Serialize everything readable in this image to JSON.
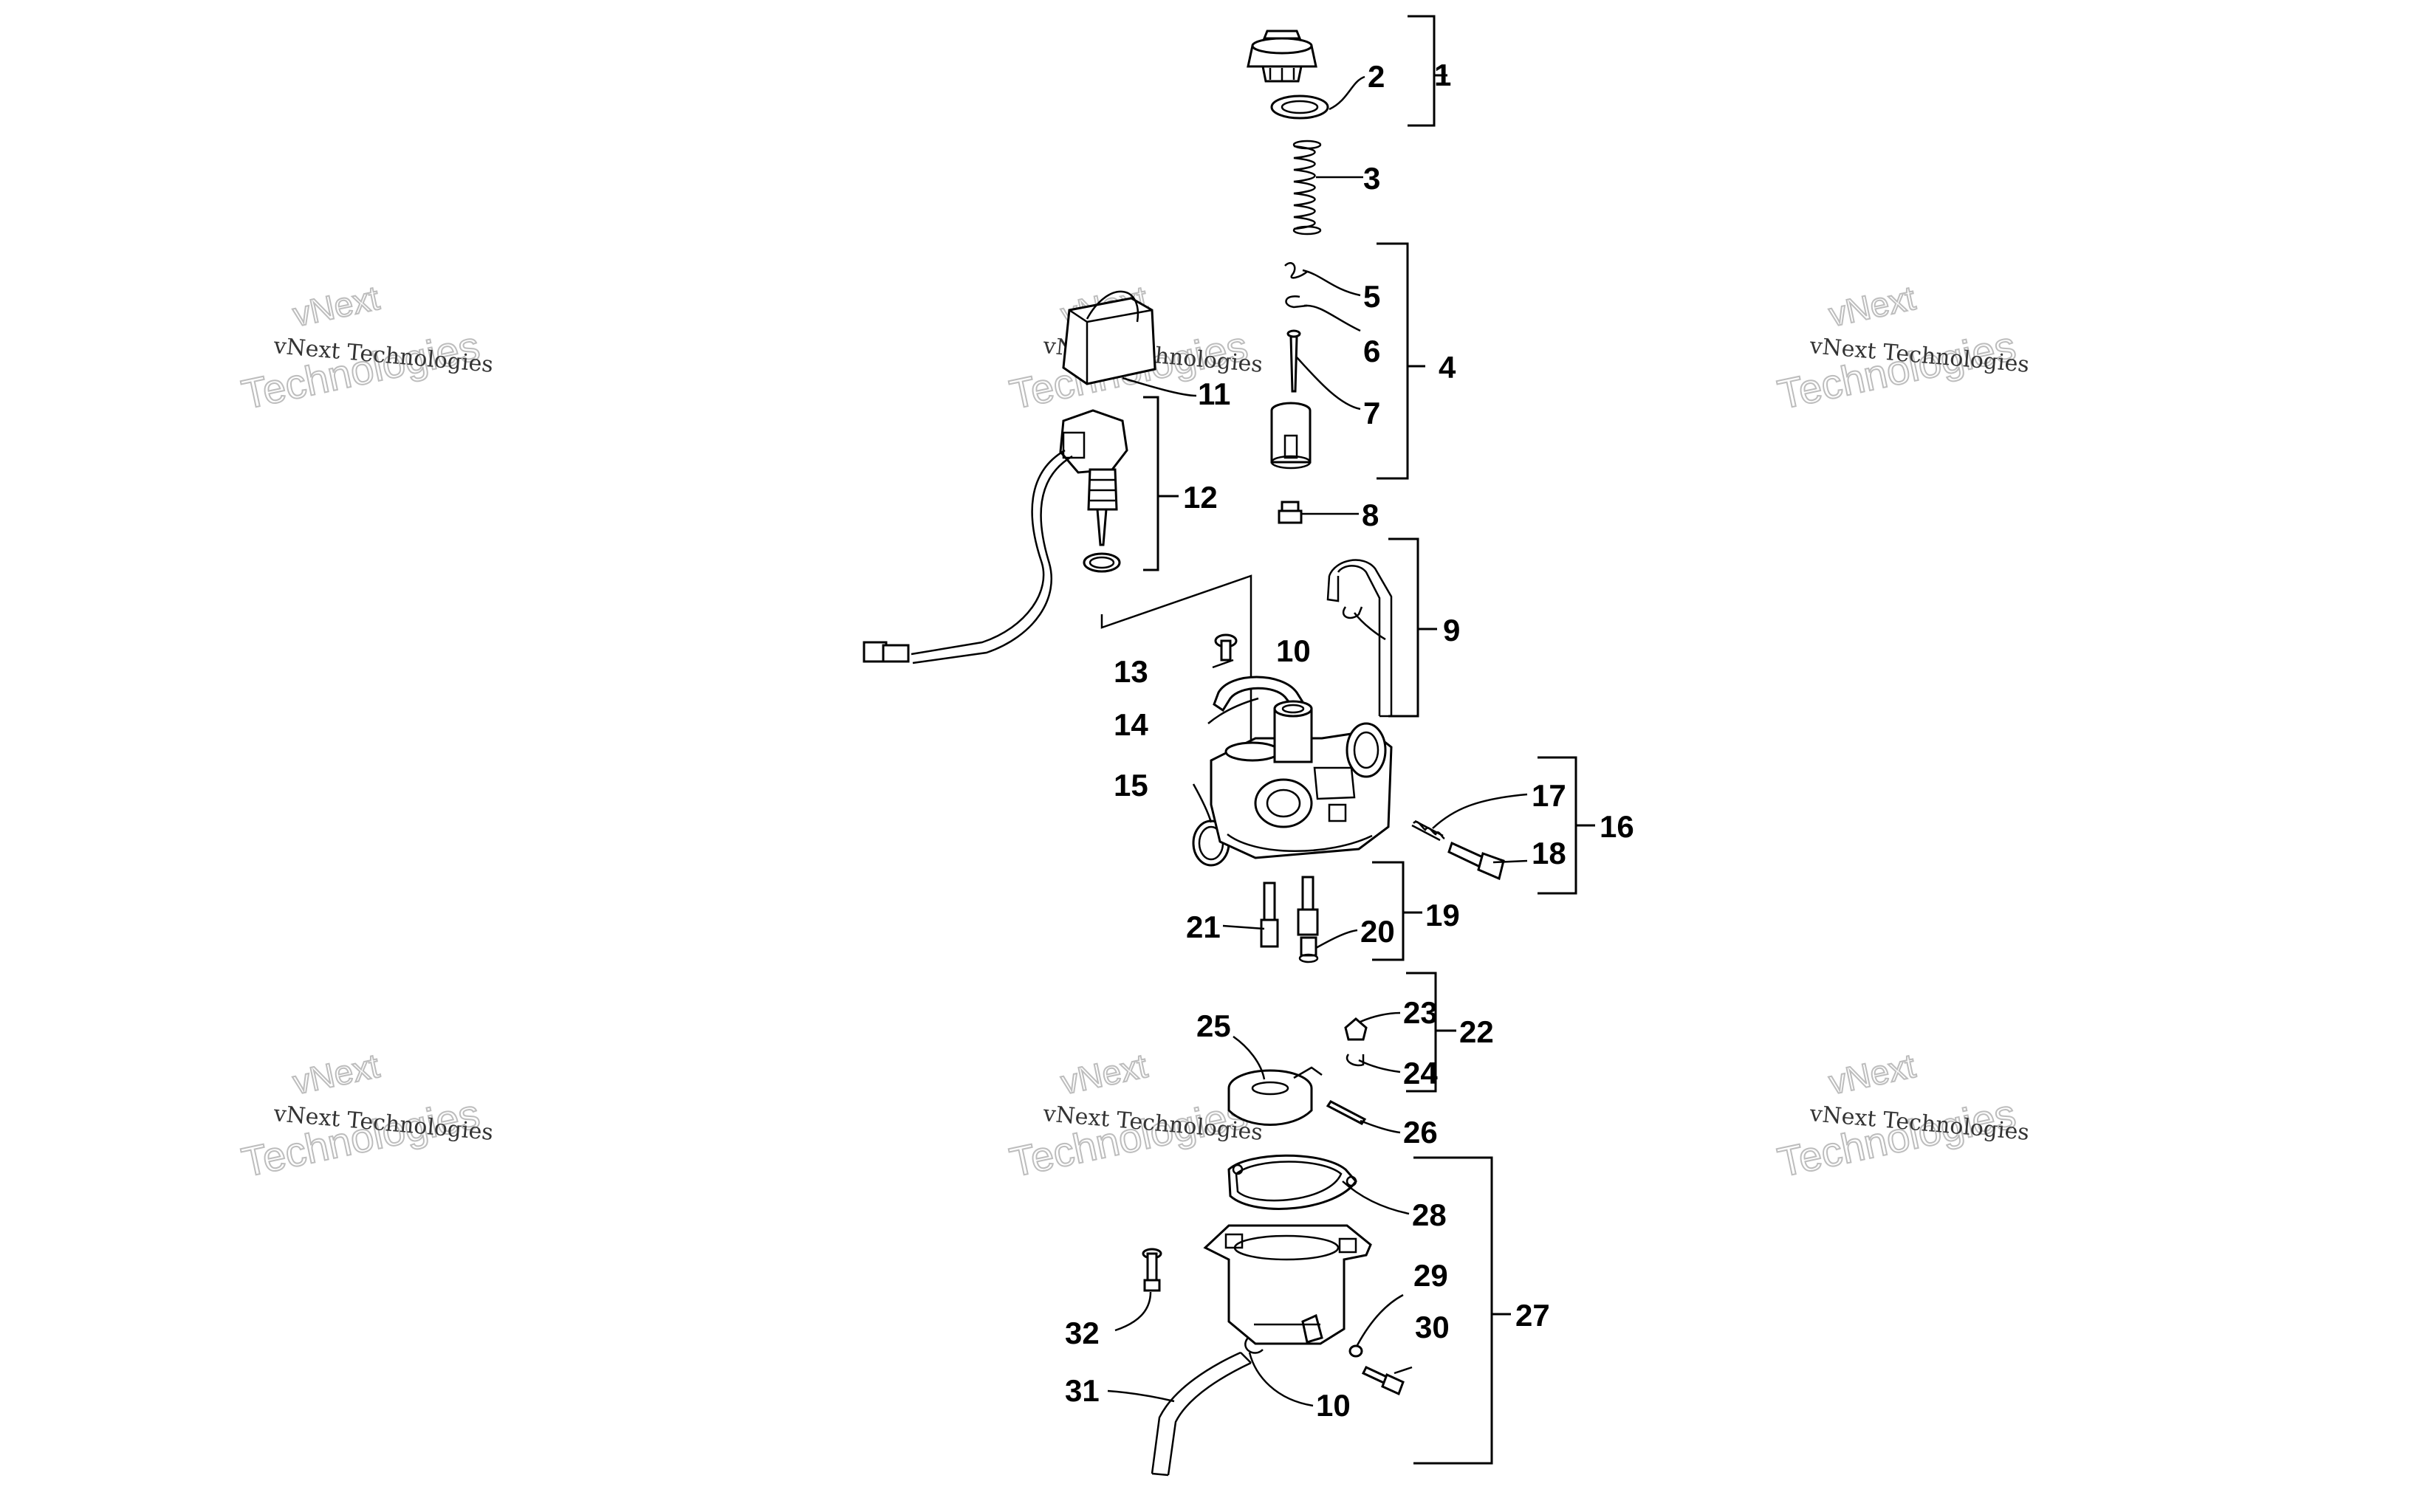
{
  "callouts": {
    "c1": "1",
    "c2": "2",
    "c3": "3",
    "c4": "4",
    "c5": "5",
    "c6": "6",
    "c7": "7",
    "c8": "8",
    "c9": "9",
    "c10a": "10",
    "c10b": "10",
    "c11": "11",
    "c12": "12",
    "c13": "13",
    "c14": "14",
    "c15": "15",
    "c16": "16",
    "c17": "17",
    "c18": "18",
    "c19": "19",
    "c20": "20",
    "c21": "21",
    "c22": "22",
    "c23": "23",
    "c24": "24",
    "c25": "25",
    "c26": "26",
    "c27": "27",
    "c28": "28",
    "c29": "29",
    "c30": "30",
    "c31": "31",
    "c32": "32"
  },
  "watermark": {
    "line1": "vNext Technologies",
    "line2": "vNext",
    "line3": "Technologies"
  },
  "colors": {
    "ink": "#000000",
    "watermark_outline": "#bdbdbd",
    "background": "#ffffff"
  }
}
